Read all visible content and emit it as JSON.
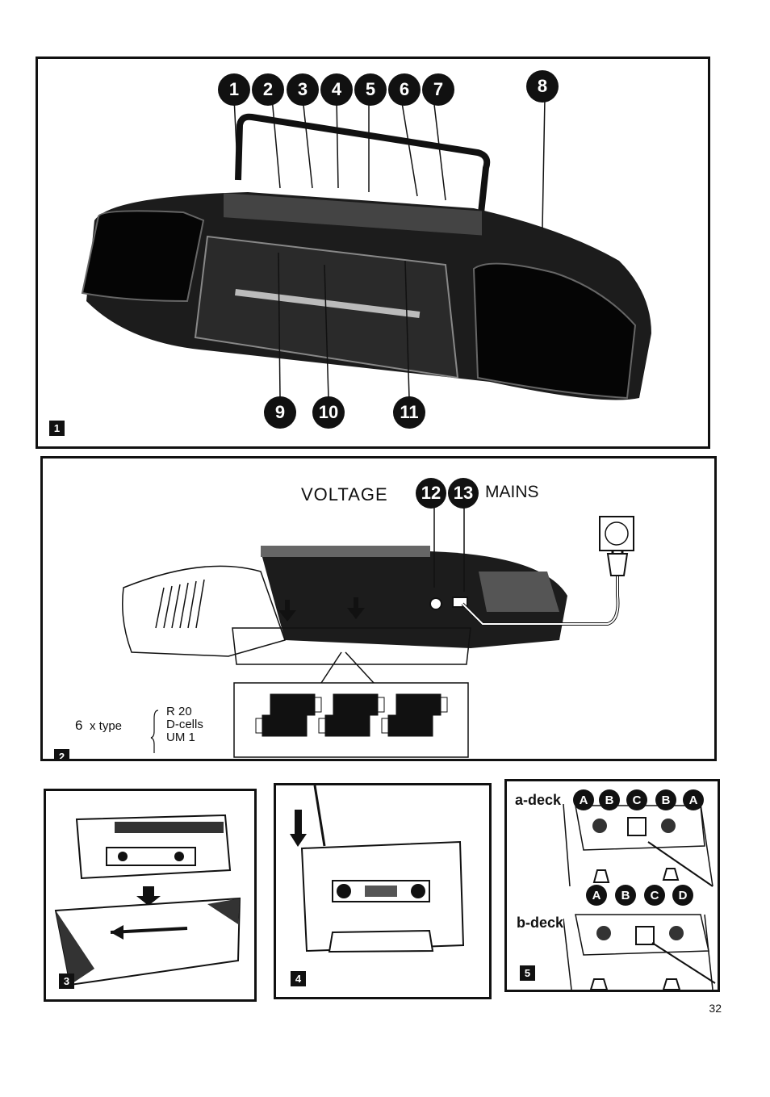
{
  "figures": {
    "fig1": {
      "number": "1",
      "callouts": [
        "1",
        "2",
        "3",
        "4",
        "5",
        "6",
        "7",
        "8",
        "9",
        "10",
        "11"
      ]
    },
    "fig2": {
      "number": "2",
      "voltage_label": "VOLTAGE",
      "callouts": [
        "12",
        "13"
      ],
      "mains_label": "MAINS",
      "battery_count": "6",
      "battery_times": "x type",
      "battery_types": [
        "R 20",
        "D-cells",
        "UM 1"
      ]
    },
    "fig3": {
      "number": "3"
    },
    "fig4": {
      "number": "4"
    },
    "fig5": {
      "number": "5",
      "a_deck_label": "a-deck",
      "b_deck_label": "b-deck",
      "a_deck_callouts": [
        "A",
        "B",
        "C",
        "B",
        "A"
      ],
      "b_deck_callouts": [
        "A",
        "B",
        "C",
        "D"
      ]
    }
  },
  "page_number": "32"
}
